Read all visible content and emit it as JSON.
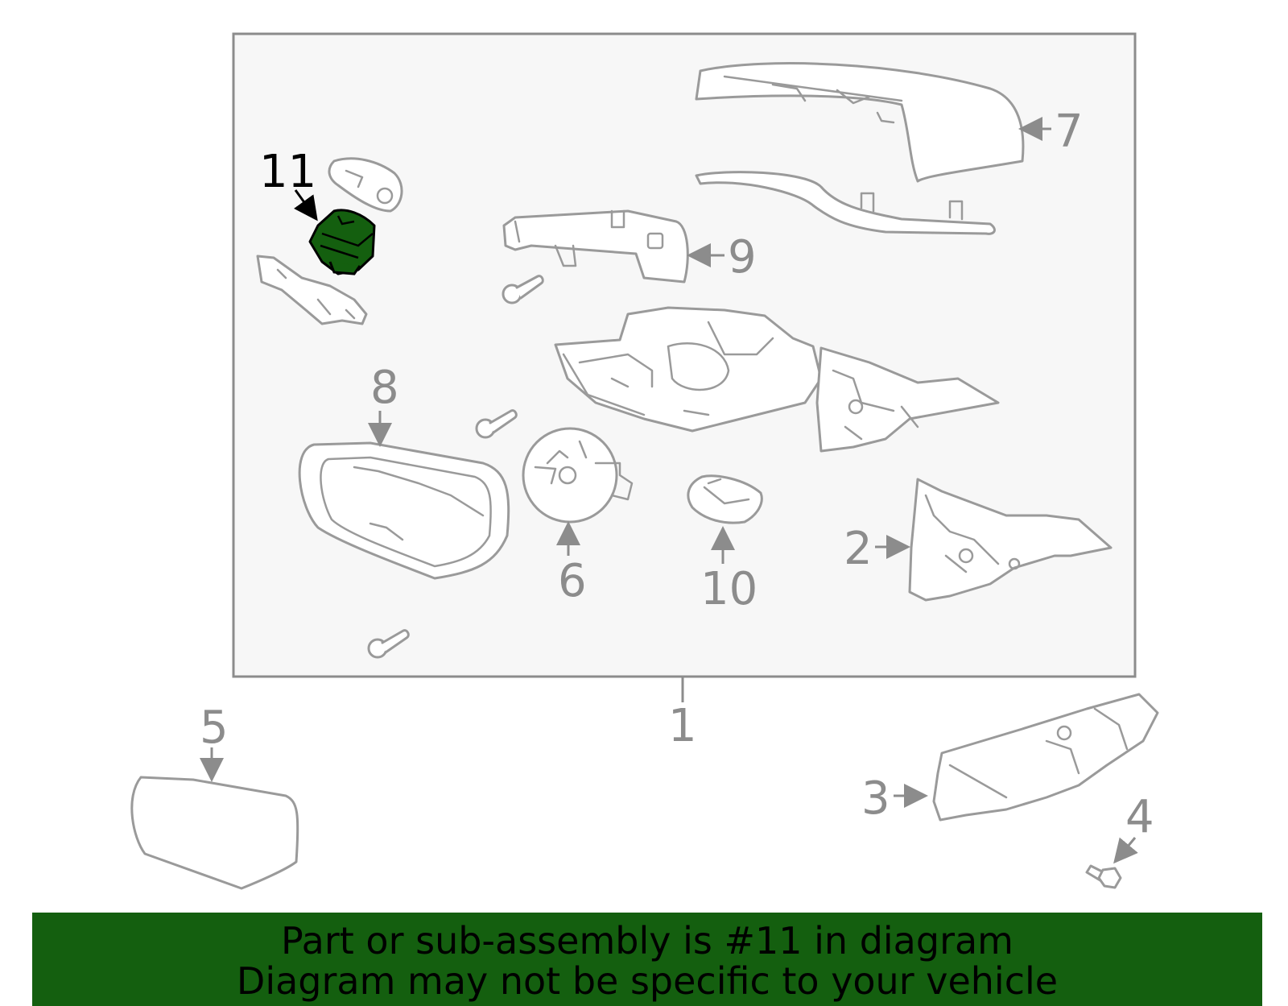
{
  "callouts": {
    "c1": "1",
    "c2": "2",
    "c3": "3",
    "c4": "4",
    "c5": "5",
    "c6": "6",
    "c7": "7",
    "c8": "8",
    "c9": "9",
    "c10": "10",
    "c11": "11"
  },
  "highlight": {
    "part": "11",
    "color": "#145f0f"
  },
  "banner": {
    "line1": "Part or sub-assembly is #11 in diagram",
    "line2": "Diagram may not be specific to your vehicle",
    "color": "#145f0f"
  },
  "colors": {
    "frame_fill": "#f7f7f7",
    "line": "#9a9a9a"
  }
}
